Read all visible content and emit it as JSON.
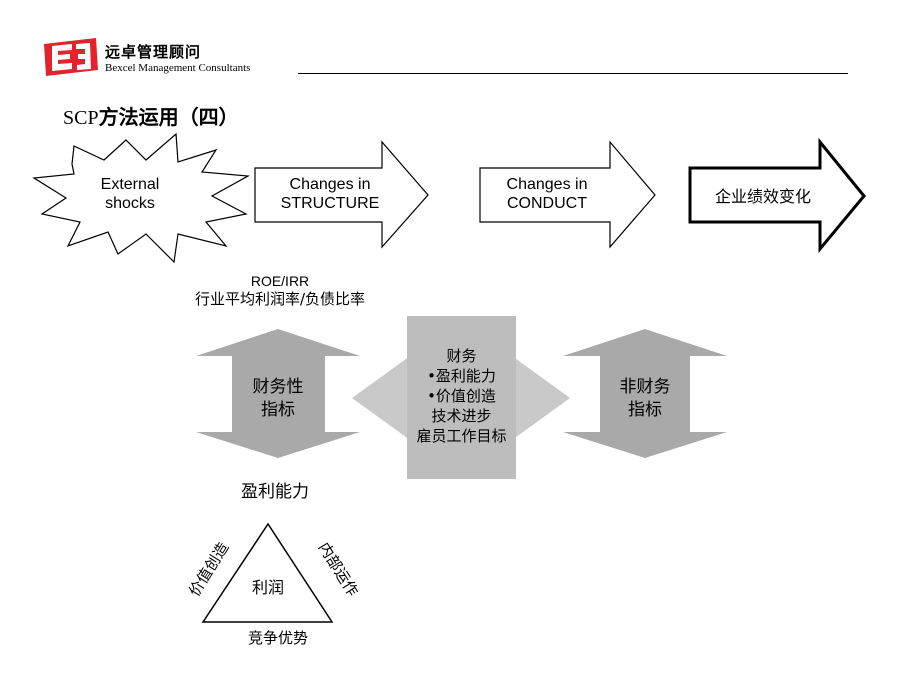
{
  "header": {
    "logo_cn": "远卓管理顾问",
    "logo_en": "Bexcel Management Consultants",
    "logo_mark": "E3"
  },
  "title": {
    "latin": "SCP",
    "cn": "方法运用（四）"
  },
  "flow": {
    "shock": [
      "External",
      "shocks"
    ],
    "structure": [
      "Changes in",
      "STRUCTURE"
    ],
    "conduct": [
      "Changes in",
      "CONDUCT"
    ],
    "performance": "企业绩效变化"
  },
  "metrics": {
    "roe": "ROE/IRR",
    "ratios": "行业平均利润率/负债比率",
    "financial": [
      "财务性",
      "指标"
    ],
    "center": [
      "财务",
      "•盈利能力",
      "•价值创造",
      "技术进步",
      "雇员工作目标"
    ],
    "nonfinancial": [
      "非财务",
      "指标"
    ]
  },
  "triangle": {
    "title": "盈利能力",
    "center": "利润",
    "left": "价值创造",
    "right": "内部运作",
    "bottom": "竞争优势"
  },
  "colors": {
    "logo_red": "#e3232c",
    "gray_arrow": "#a9a9a9",
    "gray_box": "#bdbdbd",
    "gray_cross": "#c9c9c9"
  }
}
